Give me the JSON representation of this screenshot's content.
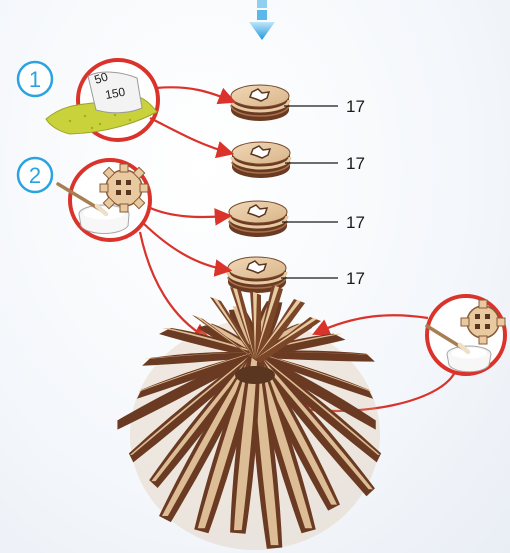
{
  "steps": [
    {
      "number": "1",
      "icon": "sandpaper-icon",
      "paper_grit_front": "150",
      "paper_grit_back": "50"
    },
    {
      "number": "2",
      "icon": "glue-brush-icon"
    }
  ],
  "parts": [
    {
      "label": "17"
    },
    {
      "label": "17"
    },
    {
      "label": "17"
    },
    {
      "label": "17"
    }
  ],
  "colors": {
    "step_accent": "#2aa3e0",
    "arrow": "#d9332b",
    "wood_face": "#e6c9a3",
    "wood_edge": "#6b3a22",
    "sandpaper": "#c9d23a"
  }
}
